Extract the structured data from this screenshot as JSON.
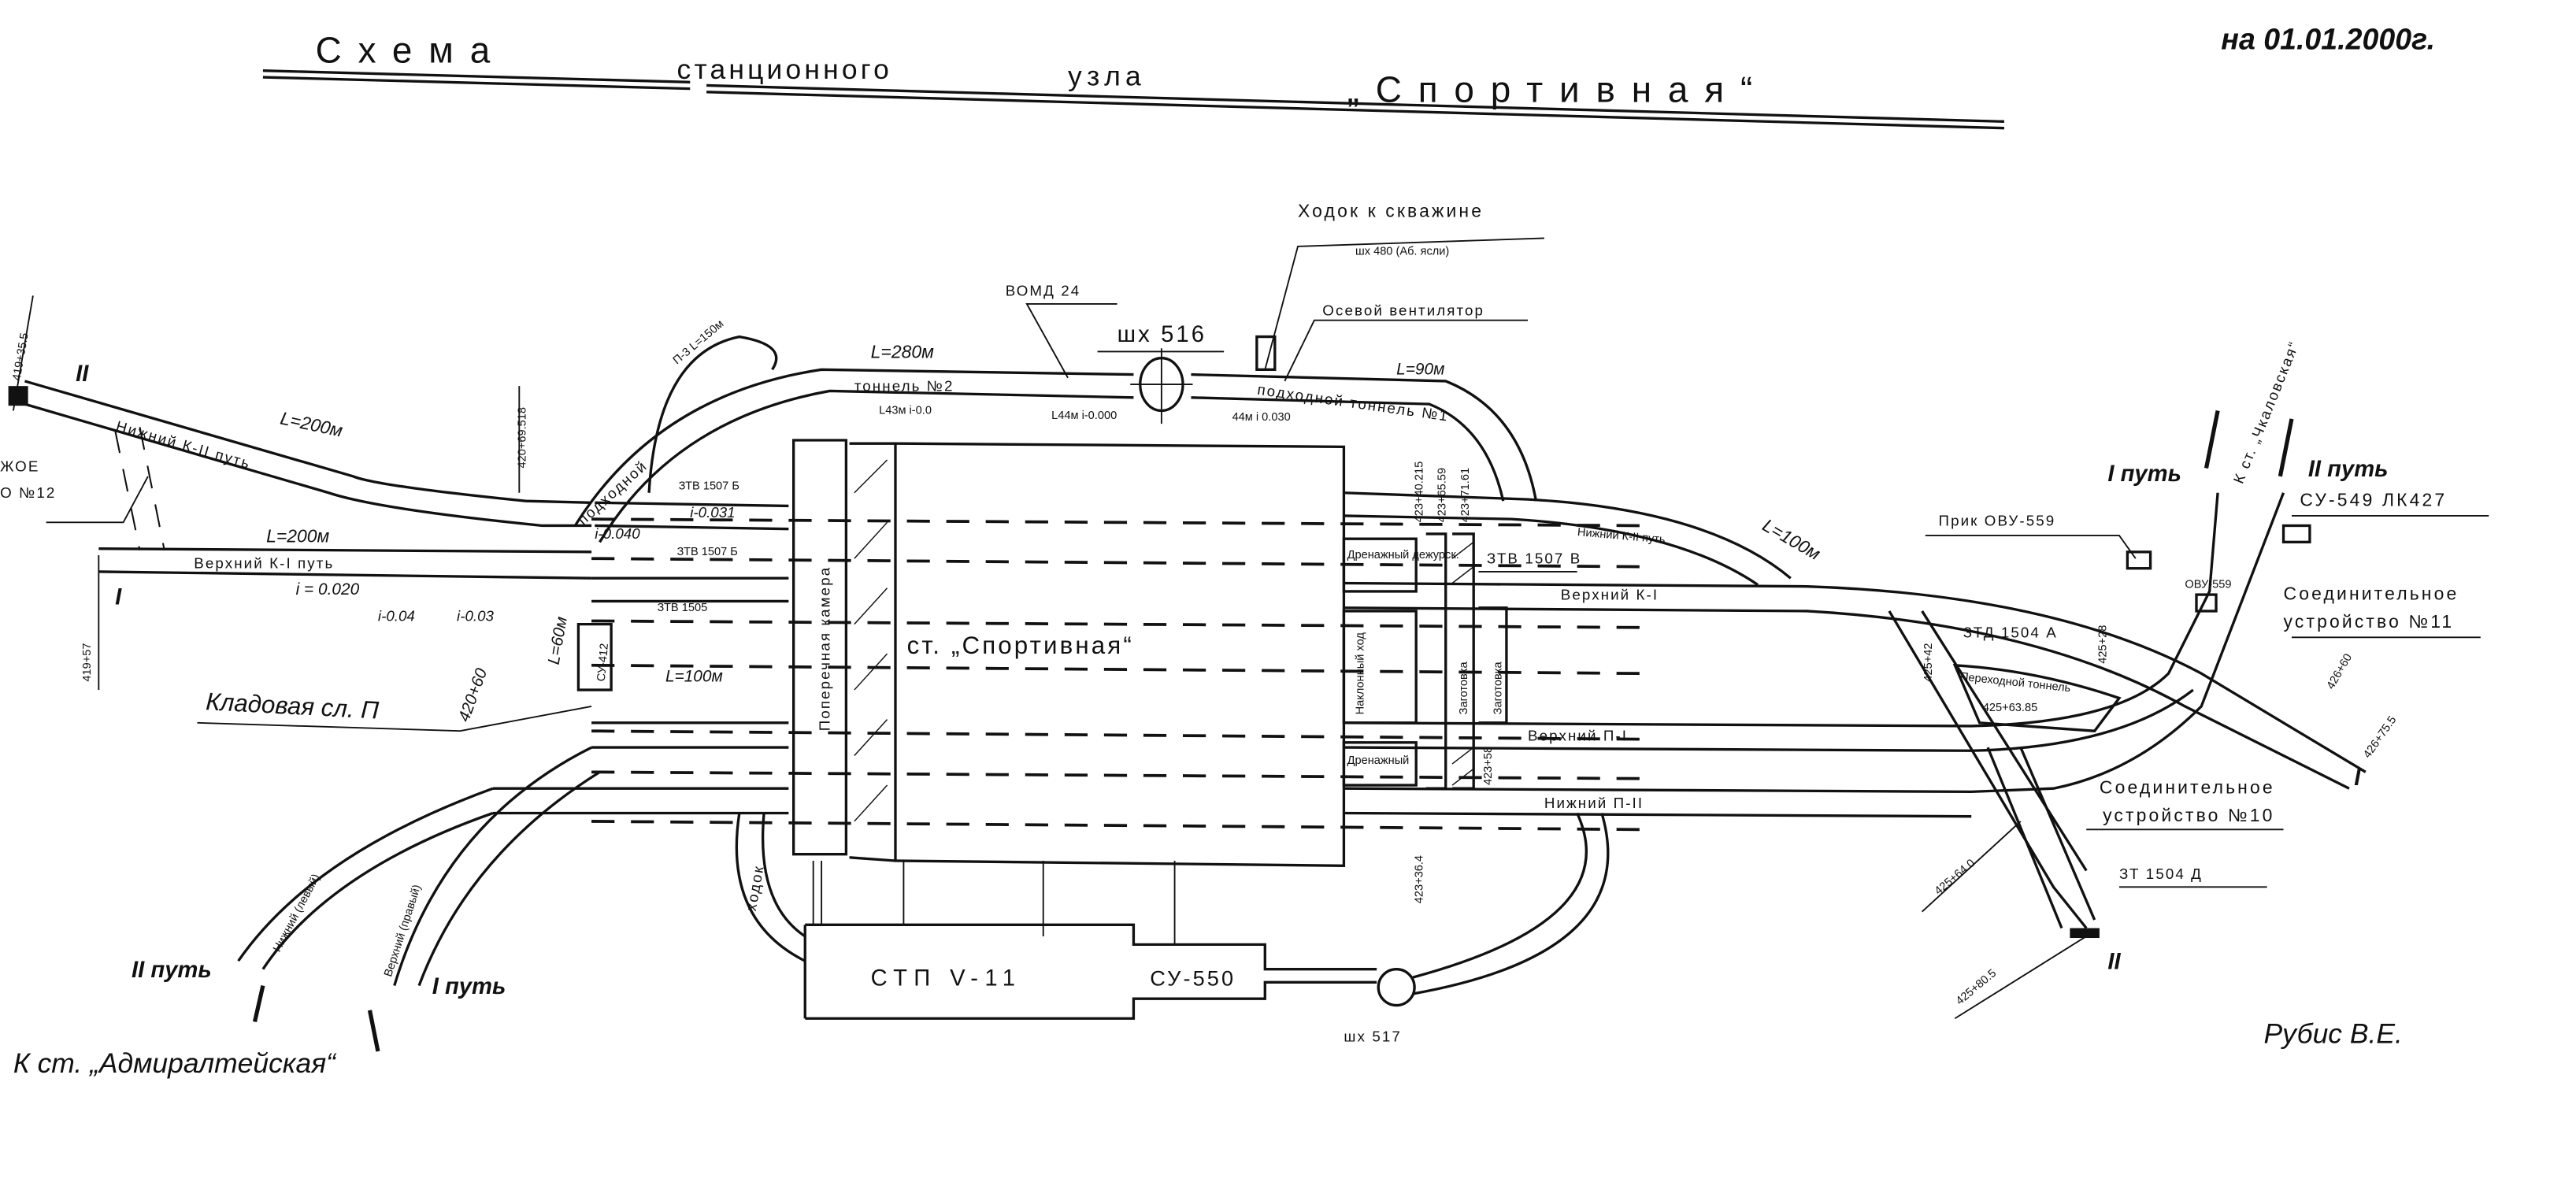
{
  "header": {
    "title_word1": "Схема",
    "title_word2": "станционного",
    "title_word3": "узла",
    "title_word4": "„Спортивная“",
    "date": "на 01.01.2000г."
  },
  "top": {
    "hodok": "Ходок к скважине",
    "hodok_sub": "шх 480 (Аб. ясли)",
    "fan": "Осевой вентилятор",
    "vomd": "ВОМД 24",
    "shaft516": "шх 516",
    "l280": "L=280м",
    "tunnel2": "тоннель №2",
    "grade1": "L43м i-0.0",
    "grade2": "L44м i-0.000",
    "grade3": "44м i 0.030",
    "l90": "L=90м",
    "approach_tunnel1": "подходной тоннель №1",
    "approach_left": "подходной",
    "p3": "П-3 L=150м"
  },
  "left": {
    "pk1": "419+35.5",
    "track2_marker": "II",
    "lower_k2": "Нижний К-II путь",
    "l200a": "L=200м",
    "connector12_a": "ЖОЕ",
    "connector12_b": "О №12",
    "pk2": "420+69.518",
    "l200b": "L=200м",
    "upper_k1": "Верхний К-I путь",
    "track1_marker": "I",
    "grade_a": "i = 0.020",
    "grade_b": "i-0.04",
    "grade_c": "i-0.03",
    "pk3": "420+60",
    "l60": "L=60м",
    "pk4": "419+57",
    "storeroom": "Кладовая сл. П",
    "ztv1507b_1": "ЗТВ 1507 Б",
    "grade_d": "i-0.031",
    "grade_e": "i-0.040",
    "ztv1507b_2": "ЗТВ 1507 Б",
    "ztv1505": "ЗТВ 1505",
    "l100": "L=100м",
    "su412": "СУ-412"
  },
  "station": {
    "cross_chamber": "Поперечная камера",
    "name": "ст. „Спортивная“",
    "drain_duty": "Дренажный дежурск.",
    "incline": "Наклонный ход",
    "stub1": "Заготовка",
    "stub2": "Заготовка",
    "drain": "Дренажный",
    "ztv1507v": "ЗТВ 1507 В",
    "pk_a": "423+40.215",
    "pk_b": "423+65.59",
    "pk_c": "423+71.61",
    "pk_d": "423+58",
    "pk_e": "423+36.4",
    "upper_k1": "Верхний К-I",
    "upper_p1": "Верхний П-I",
    "lower_p2": "Нижний П-II",
    "lower_k2": "Нижний К-II путь",
    "l100": "L=100м"
  },
  "right": {
    "ztd1504a": "ЗТД 1504 А",
    "transfer_tunnel": "Переходной тоннель",
    "pk_63": "425+63.85",
    "pk_28": "425+28",
    "pk_42": "425+42",
    "ovu_pri": "Прик ОВУ-559",
    "ovu": "ОВУ-559",
    "track1": "I путь",
    "track2": "II путь",
    "to_chkalovskaya": "К ст. „Чкаловская“",
    "su549": "СУ-549  ЛК427",
    "conn11_a": "Соединительное",
    "conn11_b": "устройство №11",
    "pk_426_60": "426+60",
    "pk_426_75": "426+75.5",
    "track1_marker": "I",
    "conn10_a": "Соединительное",
    "conn10_b": "устройство №10",
    "zt1504d": "ЗТ 1504 Д",
    "pk_425_64": "425+64.0",
    "pk_425_80": "425+80.5",
    "track2_marker": "II",
    "author": "Рубис В.Е."
  },
  "bottom": {
    "stp": "СТП V-11",
    "su550": "СУ-550",
    "shaft517": "шх 517",
    "hodok": "ходок",
    "lower_left": "Нижний (левый)",
    "upper_right": "Верхний (правый)",
    "track2": "II путь",
    "track1": "I путь",
    "to_admiralteyskaya": "К ст. „Адмиралтейская“"
  }
}
